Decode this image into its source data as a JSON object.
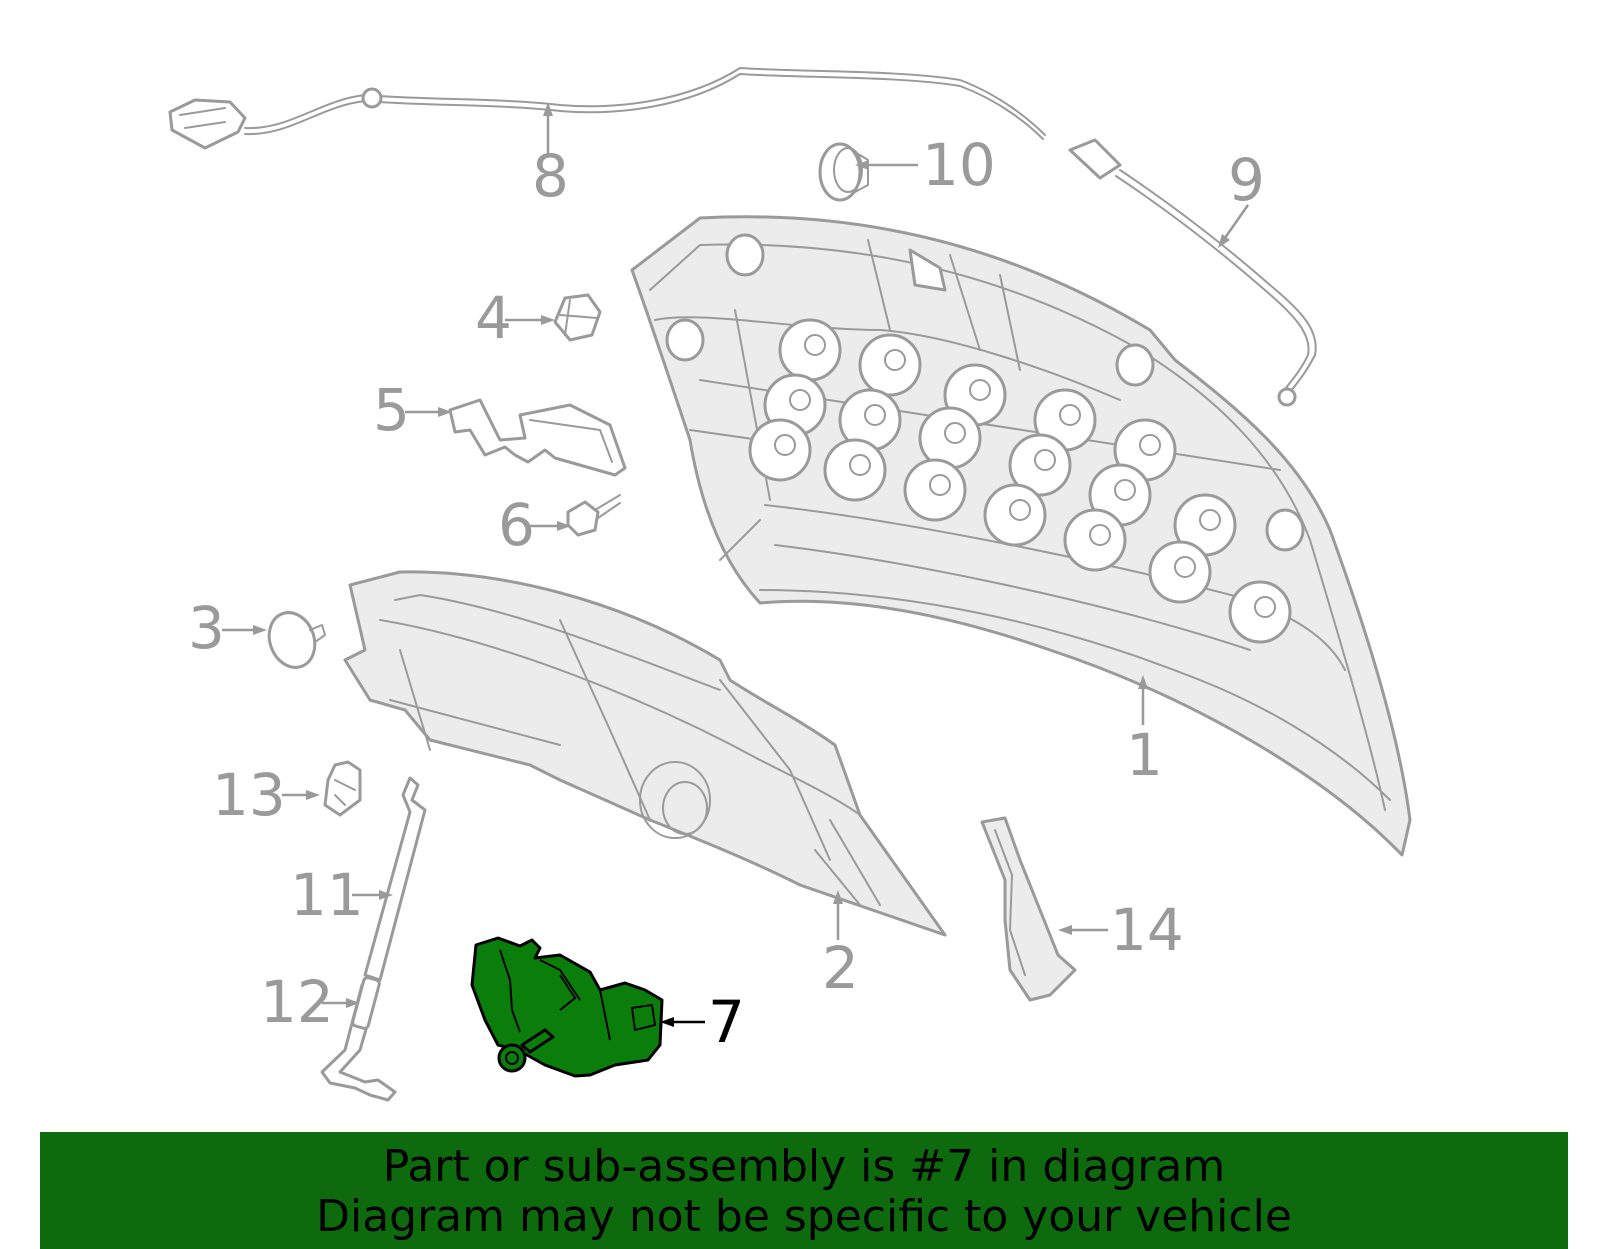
{
  "callouts": {
    "c1": "1",
    "c2": "2",
    "c3": "3",
    "c4": "4",
    "c5": "5",
    "c6": "6",
    "c7": "7",
    "c8": "8",
    "c9": "9",
    "c10": "10",
    "c11": "11",
    "c12": "12",
    "c13": "13",
    "c14": "14"
  },
  "highlighted_part": "7",
  "colors": {
    "highlight": "#0a7d0a",
    "banner": "#0d6b0d",
    "parts": "#9a9a9a"
  },
  "banner": {
    "line1": "Part or sub-assembly is #7 in diagram",
    "line2": "Diagram may not be specific to your vehicle"
  }
}
